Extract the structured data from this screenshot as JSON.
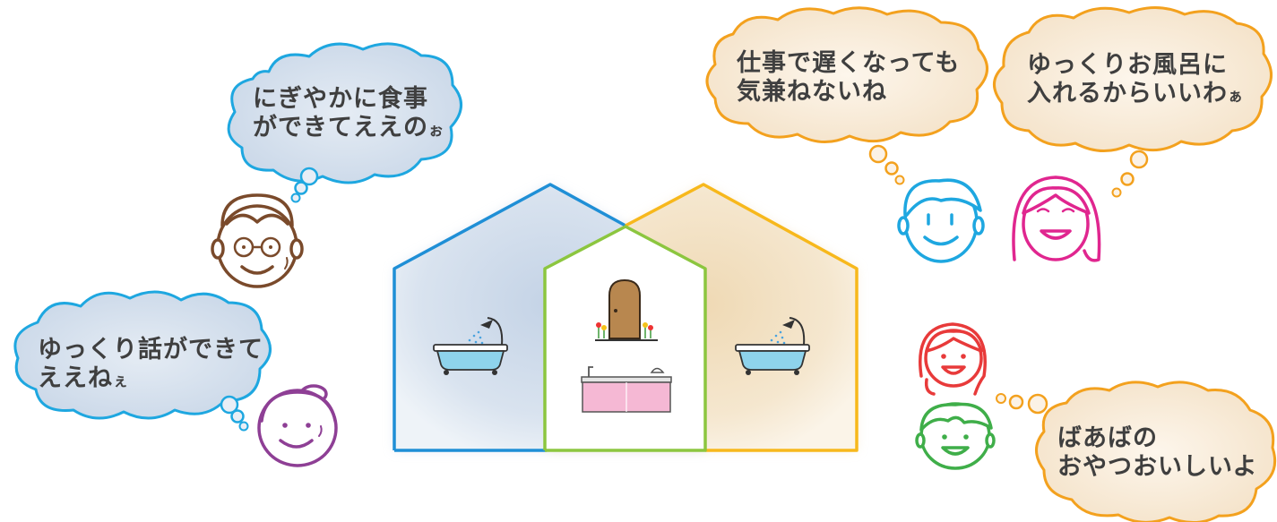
{
  "colors": {
    "blue": "#1f8fd6",
    "green": "#8cc63f",
    "yellow": "#f7b81c",
    "orange": "#f3a11e",
    "brown": "#7a4a2b",
    "purple": "#8e3f95",
    "cyan": "#1ea7e0",
    "magenta": "#e0268f",
    "red": "#e83a3a",
    "emerald": "#3fae49",
    "text": "#3f3f3f"
  },
  "bubbles": {
    "grandpa": {
      "line1": "にぎやかに食事",
      "line2_main": "ができてええの",
      "line2_small": "ぉ"
    },
    "grandma": {
      "line1": "ゆっくり話ができて",
      "line2_main": "ええね",
      "line2_small": "ぇ"
    },
    "father": {
      "line1": "仕事で遅くなっても",
      "line2": "気兼ねないね"
    },
    "mother": {
      "line1": "ゆっくりお風呂に",
      "line2_main": "入れるからいいわ",
      "line2_small": "ぁ"
    },
    "kids": {
      "line1": "ばあばの",
      "line2": "おやつおいしいよ"
    }
  },
  "icons": [
    "bathtub-icon",
    "door-icon",
    "kitchen-icon",
    "flower-icon"
  ]
}
